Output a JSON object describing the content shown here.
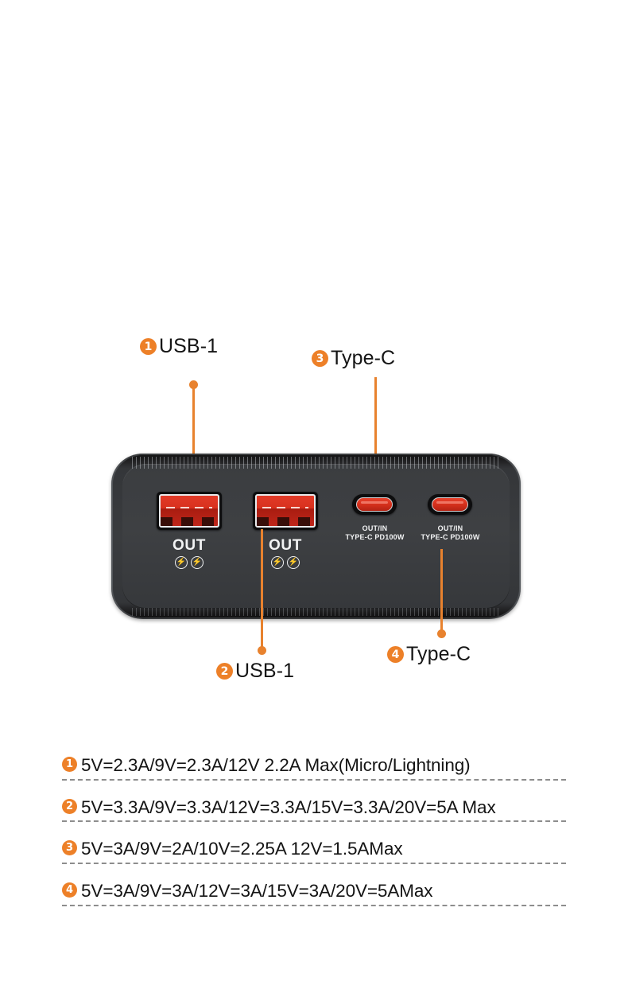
{
  "product": {
    "type": "power-bank-port-diagram",
    "body_color": "#3a3c3f",
    "accent_color": "#ED8028",
    "port_color": "#d5301c"
  },
  "callouts": [
    {
      "num": "1",
      "label": "USB-1"
    },
    {
      "num": "2",
      "label": "USB-1"
    },
    {
      "num": "3",
      "label": "Type-C"
    },
    {
      "num": "4",
      "label": "Type-C"
    }
  ],
  "ports": {
    "usb_a": [
      {
        "direction": "OUT",
        "bolt_icons": [
          "lightning-bolt",
          "lightning-bolt"
        ]
      },
      {
        "direction": "OUT",
        "bolt_icons": [
          "lightning-bolt",
          "lightning-bolt"
        ]
      }
    ],
    "type_c": [
      {
        "direction": "OUT/IN",
        "spec": "TYPE-C PD100W"
      },
      {
        "direction": "OUT/IN",
        "spec": "TYPE-C PD100W"
      }
    ]
  },
  "specs": [
    {
      "num": "1",
      "text": "5V=2.3A/9V=2.3A/12V  2.2A Max(Micro/Lightning)"
    },
    {
      "num": "2",
      "text": "5V=3.3A/9V=3.3A/12V=3.3A/15V=3.3A/20V=5A Max"
    },
    {
      "num": "3",
      "text": "5V=3A/9V=2A/10V=2.25A  12V=1.5AMax"
    },
    {
      "num": "4",
      "text": "5V=3A/9V=3A/12V=3A/15V=3A/20V=5AMax"
    }
  ]
}
